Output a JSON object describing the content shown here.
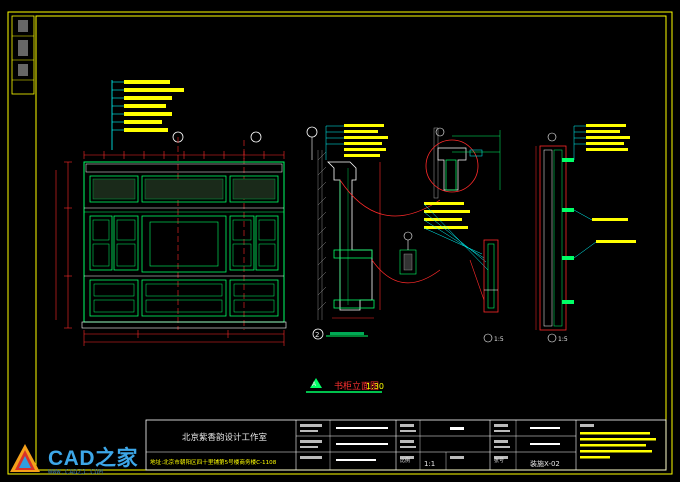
{
  "titleblock": {
    "studio_name": "北京紫香韵设计工作室",
    "address": "地址:北京市朝阳区四十里铺第5号楼商务楼C-1108",
    "scale_value": "1:1",
    "sheet_number": "装施X-02",
    "label_scale": "比例",
    "label_total": "张号"
  },
  "drawing": {
    "main_label": "书柜立面图",
    "main_scale": "1:30",
    "main_marker": "A",
    "section_marker": "2",
    "detail_scale_a": "1:5",
    "detail_scale_b": "1:5"
  },
  "watermark": {
    "brand": "CAD之家",
    "sub": "WWW.CADZJ.COM"
  },
  "colors": {
    "background": "#000000",
    "frame": "#ffff00",
    "cabinet": "#00ff66",
    "dimension": "#ff2a2a",
    "leader": "#00ffff",
    "note": "#ffff00"
  }
}
